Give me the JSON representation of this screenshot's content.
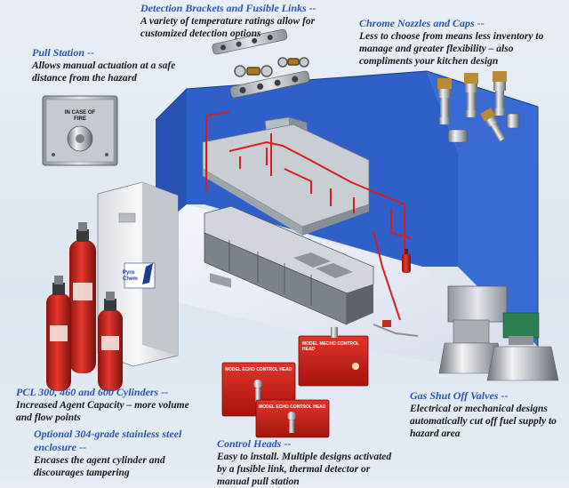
{
  "callouts": {
    "detection": {
      "title": "Detection Brackets and Fusible Links --",
      "desc": "A variety of temperature ratings allow for customized detection options"
    },
    "nozzles": {
      "title": "Chrome Nozzles and Caps --",
      "desc": "Less to choose from means less inventory to manage and greater flexibility – also compliments your kitchen design"
    },
    "pull": {
      "title": "Pull Station --",
      "desc": "Allows manual actuation at a safe distance from the hazard"
    },
    "pcl": {
      "title": "PCL 300, 460 and 600 Cylinders --",
      "desc": "Increased Agent Capacity – more volume and flow points"
    },
    "enclosure": {
      "title": "Optional 304-grade stainless steel enclosure --",
      "desc": "Encases the agent cylinder and discourages tampering"
    },
    "control": {
      "title": "Control Heads --",
      "desc": "Easy to install. Multiple designs activated by a fusible link, thermal detector or manual pull station"
    },
    "gas": {
      "title": "Gas Shut Off Valves --",
      "desc": "Electrical or mechanical designs automatically cut off fuel supply to hazard area"
    }
  },
  "labels": {
    "pull_station_plate": "IN CASE OF FIRE",
    "enclosure_brand": "Pyro Chem",
    "control_head_mecho": "MODEL MECHO CONTROL HEAD",
    "control_head_echo_1": "MODEL ECHO CONTROL HEAD",
    "control_head_echo_2": "MODEL ECHO CONTROL HEAD"
  },
  "colors": {
    "title_blue": "#2a56b8",
    "room_blue": "#2f5fc9",
    "pipe_red": "#d91d1d",
    "cylinder_red": "#c8241c",
    "stainless": "#b9bec6"
  }
}
